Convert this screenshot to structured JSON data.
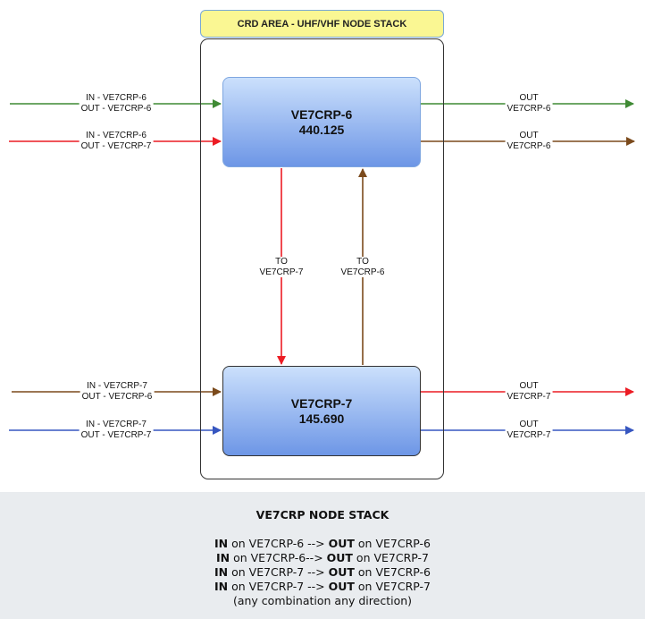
{
  "area_label": "CRD AREA -  UHF/VHF NODE STACK",
  "nodes": {
    "top": {
      "name": "VE7CRP-6",
      "freq": "440.125"
    },
    "bottom": {
      "name": "VE7CRP-7",
      "freq": "145.690"
    }
  },
  "inputs": {
    "top_green": [
      "IN - VE7CRP-6",
      "OUT - VE7CRP-6"
    ],
    "top_red": [
      "IN - VE7CRP-6",
      "OUT - VE7CRP-7"
    ],
    "bottom_brown": [
      "IN - VE7CRP-7",
      "OUT - VE7CRP-6"
    ],
    "bottom_blue": [
      "IN - VE7CRP-7",
      "OUT - VE7CRP-7"
    ]
  },
  "outputs": {
    "top_green": [
      "OUT",
      "VE7CRP-6"
    ],
    "top_brown": [
      "OUT",
      "VE7CRP-6"
    ],
    "bottom_red": [
      "OUT",
      "VE7CRP-7"
    ],
    "bottom_blue": [
      "OUT",
      "VE7CRP-7"
    ]
  },
  "links": {
    "down": [
      "TO",
      "VE7CRP-7"
    ],
    "up": [
      "TO",
      "VE7CRP-6"
    ]
  },
  "caption": {
    "title": "VE7CRP NODE STACK",
    "lines": [
      {
        "in": "IN",
        "a": " on VE7CRP-6 --> ",
        "out": "OUT",
        "b": " on VE7CRP-6"
      },
      {
        "in": "IN",
        "a": " on VE7CRP-6--> ",
        "out": "OUT",
        "b": " on VE7CRP-7"
      },
      {
        "in": "IN",
        "a": " on VE7CRP-7 --> ",
        "out": "OUT",
        "b": " on VE7CRP-6"
      },
      {
        "in": "IN",
        "a": " on VE7CRP-7 --> ",
        "out": "OUT",
        "b": " on VE7CRP-7"
      }
    ],
    "note": "(any combination any direction)"
  },
  "colors": {
    "green": "#3f8a34",
    "red": "#ec1c24",
    "brown": "#7b4a1c",
    "blue": "#3656c0"
  }
}
